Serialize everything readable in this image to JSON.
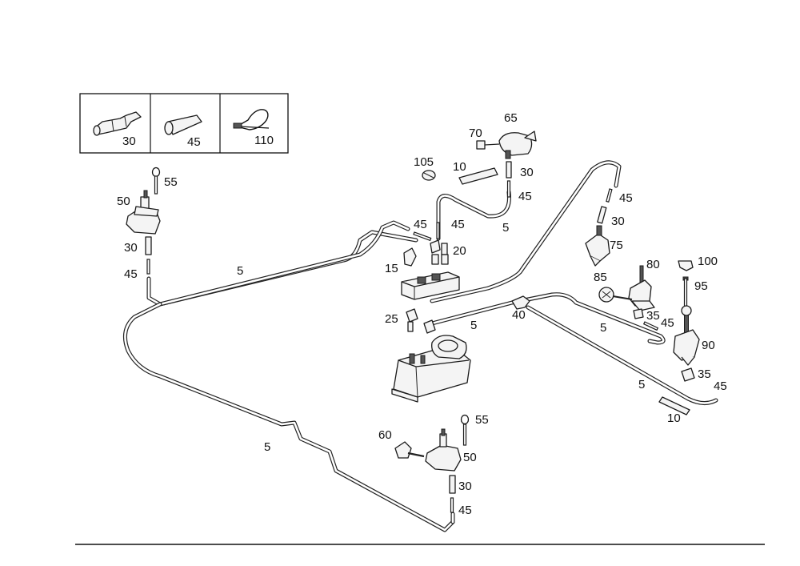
{
  "legend_box": {
    "cells": [
      {
        "label": "30",
        "icon": "connector-icon"
      },
      {
        "label": "45",
        "icon": "hose-sleeve-icon"
      },
      {
        "label": "110",
        "icon": "cable-tie-icon"
      }
    ]
  },
  "labels": {
    "l55a": "55",
    "l50a": "50",
    "l30a": "30",
    "l45a": "45",
    "l5a": "5",
    "l105": "105",
    "l10a": "10",
    "l70": "70",
    "l65": "65",
    "l30b": "30",
    "l45b": "45",
    "l45c": "45",
    "l45d": "45",
    "l5b": "5",
    "l15": "15",
    "l20": "20",
    "l45e": "45",
    "l30c": "30",
    "l75": "75",
    "l80": "80",
    "l100": "100",
    "l85": "85",
    "l95": "95",
    "l35a": "35",
    "l45f": "45",
    "l25": "25",
    "l5c": "5",
    "l40": "40",
    "l5d": "5",
    "l90": "90",
    "l35b": "35",
    "l5e": "5",
    "l45g": "45",
    "l10b": "10",
    "l55b": "55",
    "l60": "60",
    "l50b": "50",
    "l30d": "30",
    "l45h": "45",
    "l5f": "5"
  }
}
